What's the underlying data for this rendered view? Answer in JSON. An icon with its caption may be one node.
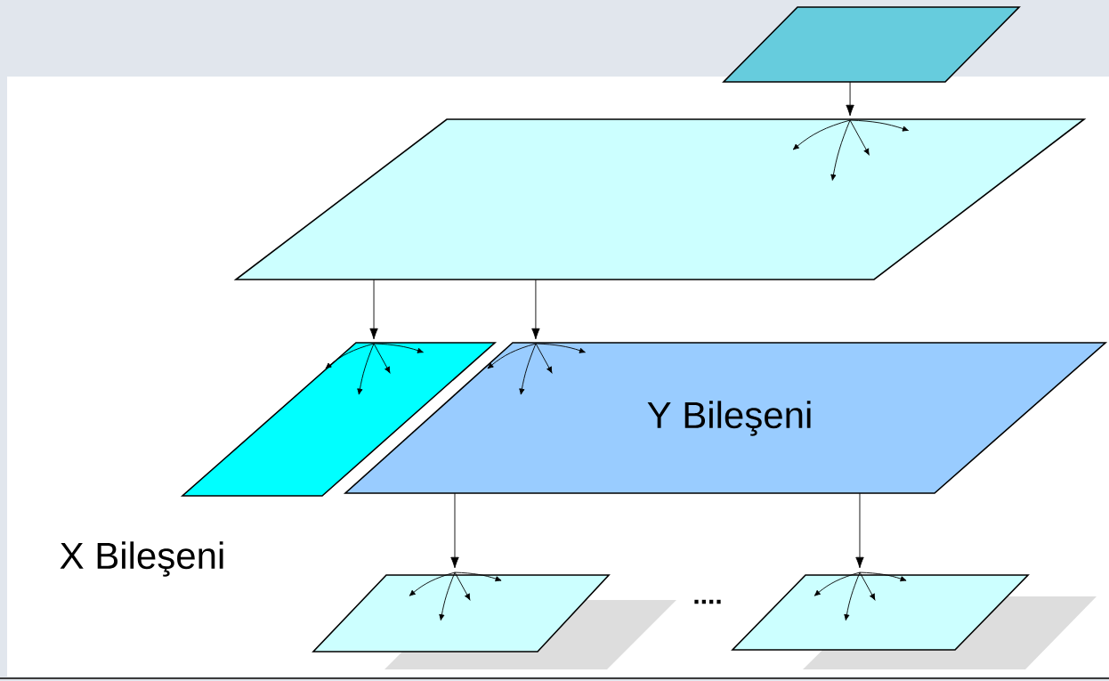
{
  "diagram": {
    "nodes": [
      {
        "text": [],
        "shape": "parallelogram"
      },
      {
        "text": [],
        "shape": "parallelogram"
      },
      {
        "text": [
          "X Bileşeni"
        ]
      },
      {
        "text": [
          "Y Bileşeni"
        ]
      },
      {
        "text": [],
        "shape": "parallelogram"
      },
      {
        "text": [],
        "shape": "parallelogram"
      }
    ],
    "edges": [
      {
        "from": 0,
        "to": 1,
        "arrow": "to"
      },
      {
        "from": 1,
        "to": 2,
        "arrow": "to"
      },
      {
        "from": 1,
        "to": 3,
        "arrow": "to"
      },
      {
        "from": 3,
        "to": 4,
        "arrow": "to"
      },
      {
        "from": 3,
        "to": 5,
        "arrow": "to"
      }
    ],
    "labels": [
      "...."
    ]
  }
}
